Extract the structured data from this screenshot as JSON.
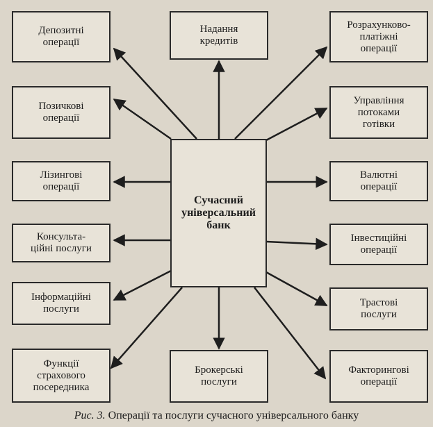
{
  "boxes": {
    "center": "Сучасний\nуніверсальний\nбанк",
    "deposit": "Депозитні\nоперації",
    "credits": "Надання\nкредитів",
    "settlement": "Розрахунково-\nплатіжні\nоперації",
    "loan": "Позичкові\nоперації",
    "cash_flow": "Управління\nпотоками\nготівки",
    "leasing": "Лізингові\nоперації",
    "currency": "Валютні\nоперації",
    "consulting": "Консульта-\nційні послуги",
    "investment": "Інвестиційні\nоперації",
    "information": "Інформаційні\nпослуги",
    "trust": "Трастові\nпослуги",
    "insurance": "Функції\nстрахового\nпосередника",
    "brokerage": "Брокерські\nпослуги",
    "factoring": "Факторингові\nоперації"
  },
  "caption": {
    "label": "Рис. 3.",
    "text": "Операції та послуги сучасного універсального банку"
  }
}
